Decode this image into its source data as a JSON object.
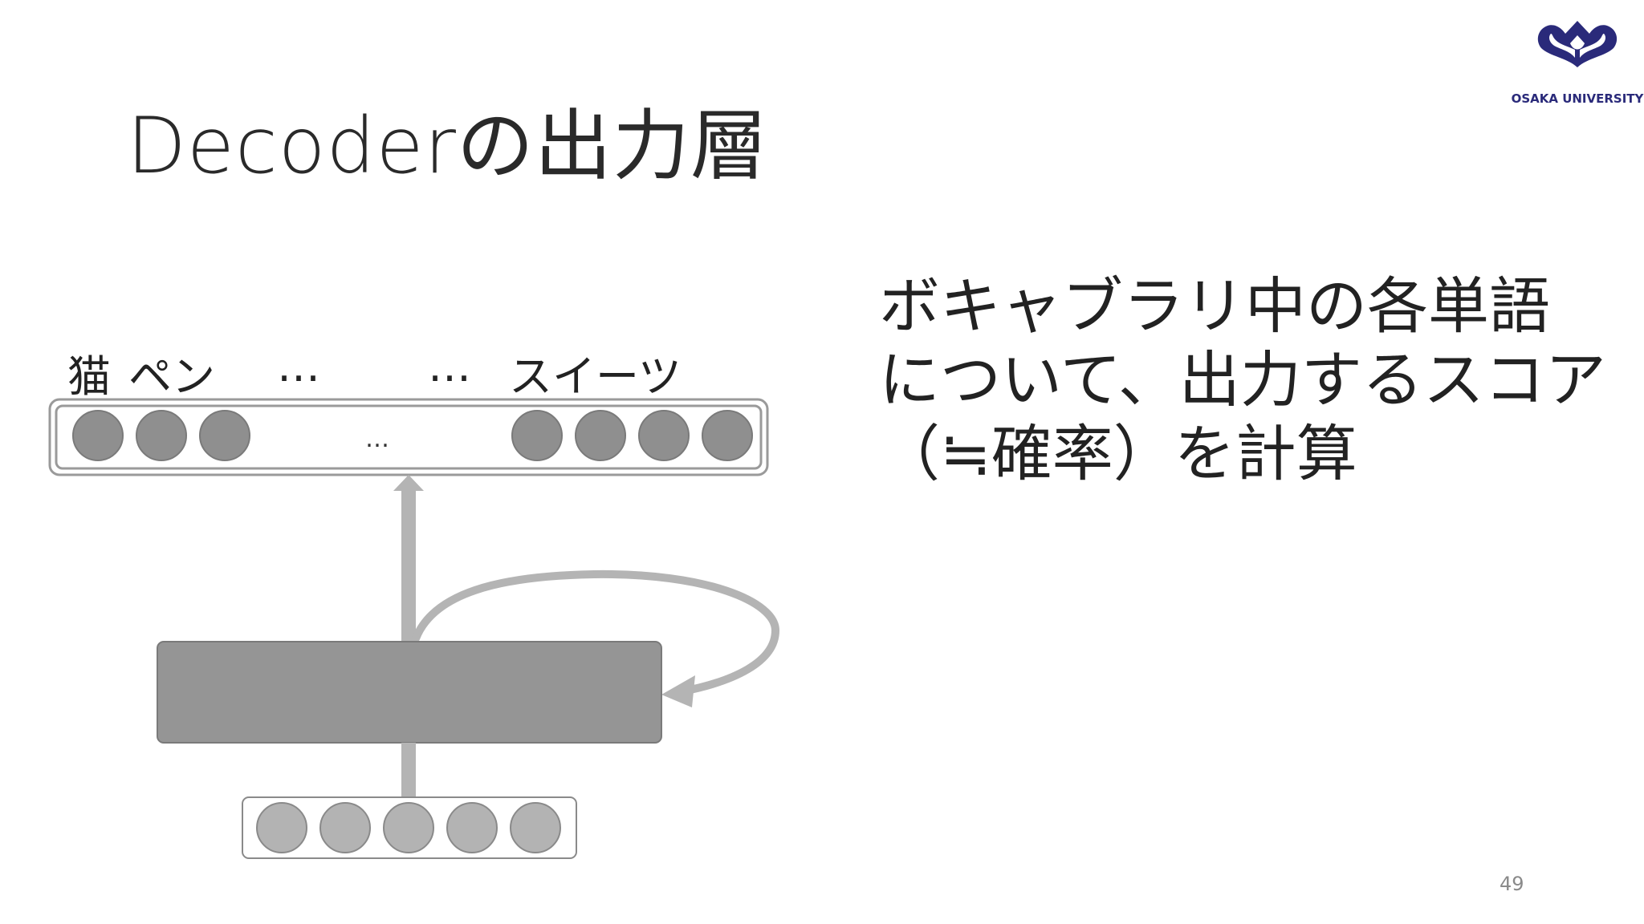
{
  "slide": {
    "title": "Decoderの出力層",
    "page_number": "49"
  },
  "logo": {
    "text": "OSAKA UNIVERSITY",
    "icon": "osaka-university-emblem",
    "color": "#2a2a7a"
  },
  "description": {
    "lines": [
      "ボキャブラリ中の各単語",
      "について、出力するスコア",
      "（≒確率）を計算"
    ]
  },
  "diagram": {
    "output_labels": {
      "cat": "猫",
      "pen": "ペン",
      "ellipsis_left": "…",
      "ellipsis_right": "…",
      "sweets": "スイーツ"
    },
    "output_layer": {
      "ellipsis": "…",
      "node_count_left": 3,
      "node_count_right": 4
    },
    "input_layer": {
      "node_count": 5
    },
    "colors": {
      "output_node": "#8f8f8f",
      "input_node": "#b3b3b3",
      "rnn_block": "#959595",
      "arrow": "#b4b4b4",
      "border": "#7a7a7a"
    }
  }
}
